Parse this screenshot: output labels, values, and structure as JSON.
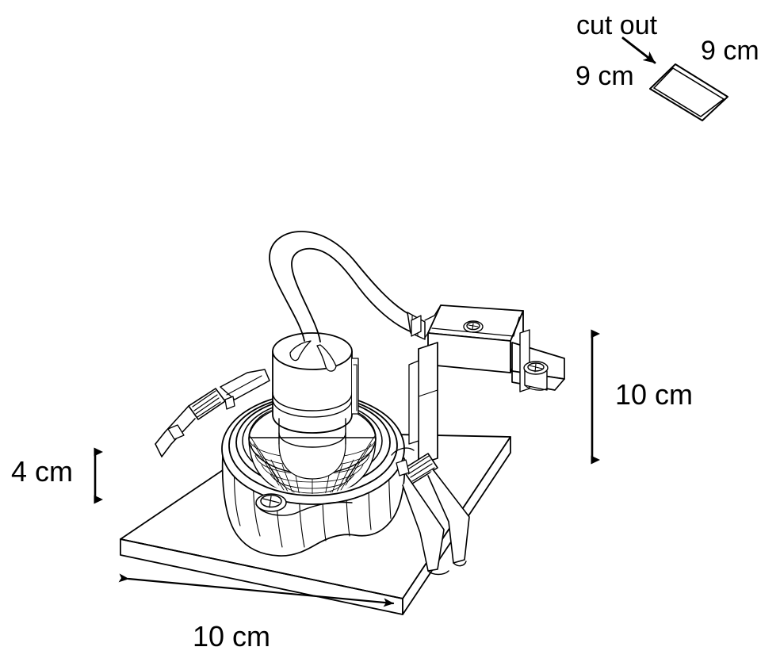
{
  "drawing": {
    "title": "Recessed spotlight technical dimension drawing",
    "type": "isometric line drawing",
    "line_color": "#000000",
    "background_color": "#ffffff",
    "fill_color": "#ffffff"
  },
  "dimensions": {
    "height_front": "4 cm",
    "width_base": "10 cm",
    "height_total": "10 cm",
    "cutout_label": "cut out",
    "cutout_side_left": "9 cm",
    "cutout_side_right": "9 cm"
  },
  "annotations": {
    "arrow_cutout": "arrow pointing to cut out square",
    "arrow_height_front": "vertical double arrow 4 cm",
    "arrow_width_base": "diagonal double arrow 10 cm",
    "arrow_height_total": "vertical double arrow 10 cm"
  },
  "parts": {
    "mounting_plate": "square ceiling mounting plate",
    "housing": "round reflector housing with fluted skirt",
    "reflector": "faceted mesh reflector cone",
    "lamp_holder": "cylindrical GU10 lamp holder",
    "cable": "looped supply cable",
    "junction_box": "rectangular junction box with screw",
    "bracket": "mounting bracket with screw",
    "spring_clip_left": "left spring retaining clip",
    "spring_clip_right": "right spring retaining clip",
    "screw_front": "front adjustment screw",
    "screw_box_top": "junction box lid screw",
    "screw_bracket": "bracket fixing screw",
    "cutout_square": "ceiling cut out square 9 x 9 cm"
  }
}
